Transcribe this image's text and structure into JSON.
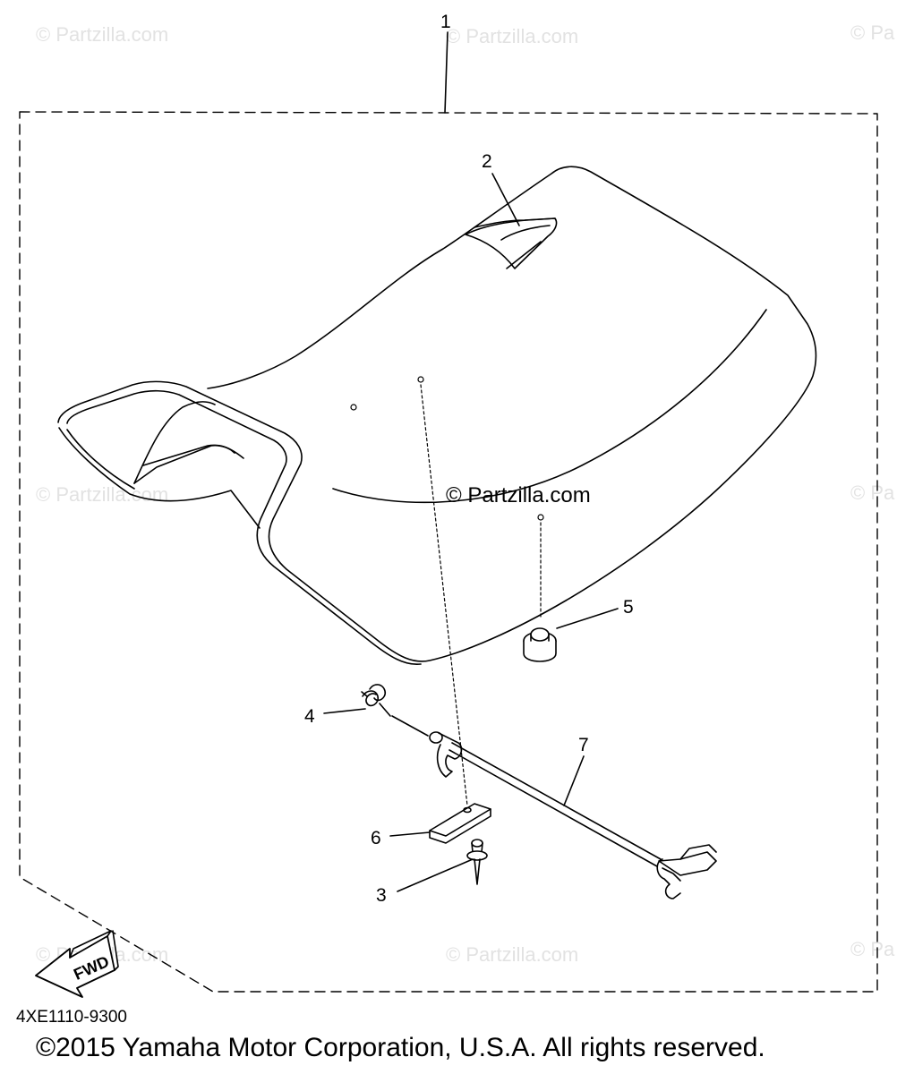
{
  "watermark": {
    "text": "© Partzilla.com",
    "edge_text": "© Pa",
    "center_text": "© Partzilla.com"
  },
  "callouts": [
    "1",
    "2",
    "3",
    "4",
    "5",
    "6",
    "7"
  ],
  "direction_label": "FWD",
  "part_code": "4XE1110-9300",
  "copyright": "©2015 Yamaha Motor Corporation, U.S.A. All rights reserved.",
  "colors": {
    "line": "#000000",
    "background": "#ffffff",
    "watermark": "#e2e2e2"
  }
}
